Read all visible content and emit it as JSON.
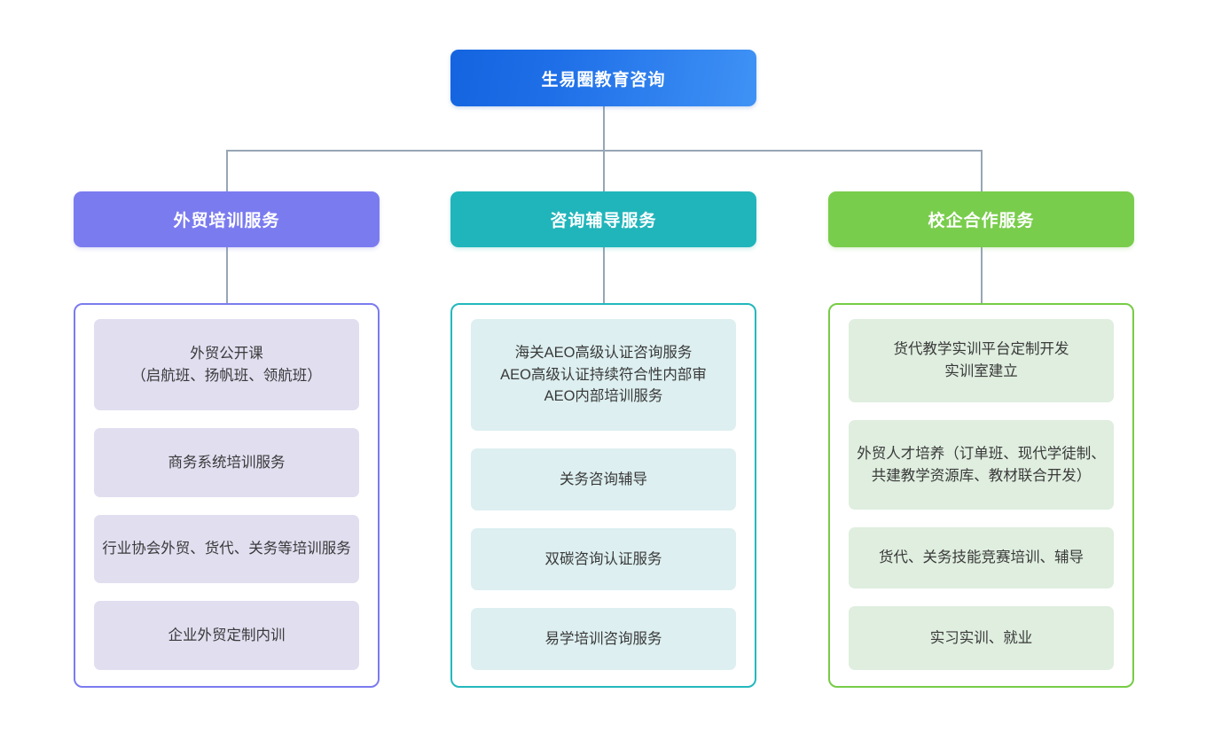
{
  "diagram": {
    "type": "organizational-tree",
    "orientation": "top-down",
    "root": {
      "label": "生易圈教育咨询",
      "color": "#1f6fe8",
      "gradient_from": "#1464e0",
      "gradient_to": "#3f92f5",
      "text_color": "#ffffff"
    },
    "connector_color": "#97a6b5",
    "branches": [
      {
        "label": "外贸培训服务",
        "header_color": "#7b7bf0",
        "border_color": "#7b7bf0",
        "leaf_color": "#e1def0",
        "items": [
          "外贸公开课\n（启航班、扬帆班、领航班）",
          "商务系统培训服务",
          "行业协会外贸、货代、关务等培训服务",
          "企业外贸定制内训"
        ]
      },
      {
        "label": "咨询辅导服务",
        "header_color": "#20b5bb",
        "border_color": "#22b8bd",
        "leaf_color": "#ddeff0",
        "items": [
          "海关AEO高级认证咨询服务\nAEO高级认证持续符合性内部审\nAEO内部培训服务",
          "关务咨询辅导",
          "双碳咨询认证服务",
          "易学培训咨询服务"
        ]
      },
      {
        "label": "校企合作服务",
        "header_color": "#79cd4c",
        "border_color": "#76cc45",
        "leaf_color": "#dfeedf",
        "items": [
          "货代教学实训平台定制开发\n实训室建立",
          "外贸人才培养（订单班、现代学徒制、共建教学资源库、教材联合开发）",
          "货代、关务技能竞赛培训、辅导",
          "实习实训、就业"
        ]
      }
    ]
  }
}
